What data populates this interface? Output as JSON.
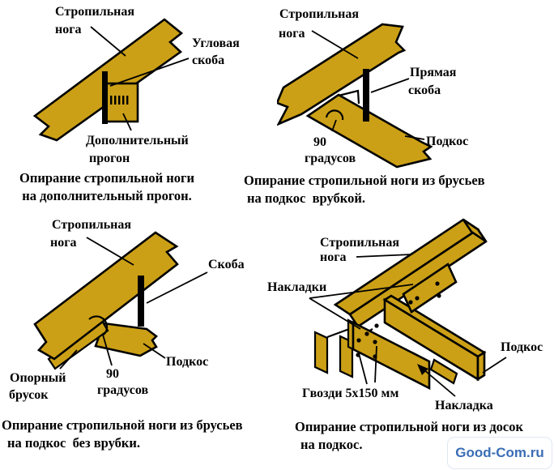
{
  "palette": {
    "wood": "#CCA016",
    "ink": "#000000",
    "logo-blue": "#3A6DB5",
    "logo-border": "#DFE8F2"
  },
  "diagram1": {
    "labels": {
      "rafter1": "Стропильная",
      "rafter2": "нога",
      "bracket1": "Угловая",
      "bracket2": "скоба",
      "purlin1": "Дополнительный",
      "purlin2": "прогон"
    },
    "caption": {
      "line1": "Опирание стропильной ноги",
      "line2": "на дополнительный прогон."
    }
  },
  "diagram2": {
    "labels": {
      "rafter1": "Стропильная",
      "rafter2": "нога",
      "clamp1": "Прямая",
      "clamp2": "скоба",
      "strut": "Подкос",
      "angle1": "90",
      "angle2": "градусов"
    },
    "caption": {
      "line1": "Опирание стропильной ноги из брусьев",
      "line2": "на подкос  врубкой."
    }
  },
  "diagram3": {
    "labels": {
      "rafter1": "Стропильная",
      "rafter2": "нога",
      "clamp": "Скоба",
      "strut": "Подкос",
      "angle1": "90",
      "angle2": "градусов",
      "bar1": "Опорный",
      "bar2": "брусок"
    },
    "caption": {
      "line1": "Опирание стропильной ноги из брусьев",
      "line2": "на подкос  без врубки."
    }
  },
  "diagram4": {
    "labels": {
      "rafter1": "Стропильная",
      "rafter2": "нога",
      "plates": "Накладки",
      "strut": "Подкос",
      "nails": "Гвозди 5х150 мм",
      "plate": "Накладка"
    },
    "caption": {
      "line1": "Опирание стропильной ноги из досок",
      "line2": "на подкос."
    }
  },
  "watermark": {
    "text": "Good-Com.ru"
  }
}
